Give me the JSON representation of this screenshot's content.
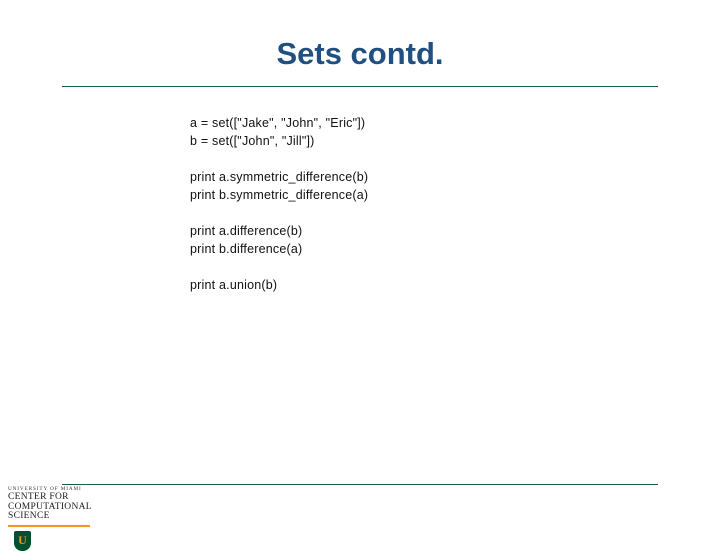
{
  "slide": {
    "title": "Sets contd.",
    "code_groups": [
      {
        "lines": [
          "a = set([\"Jake\", \"John\", \"Eric\"])",
          "b = set([\"John\", \"Jill\"])"
        ]
      },
      {
        "lines": [
          "print a.symmetric_difference(b)",
          "print b.symmetric_difference(a)"
        ]
      },
      {
        "lines": [
          "print a.difference(b)",
          "print b.difference(a)"
        ]
      },
      {
        "lines": [
          "print a.union(b)"
        ]
      }
    ]
  },
  "logo": {
    "university": "University of Miami",
    "line1": "Center for",
    "line2": "Computational",
    "line3": "Science",
    "mark_letter": "U"
  },
  "colors": {
    "title": "#1f5080",
    "rule": "#1b5e3a",
    "logo_accent": "#f7941e",
    "logo_green": "#005030"
  }
}
